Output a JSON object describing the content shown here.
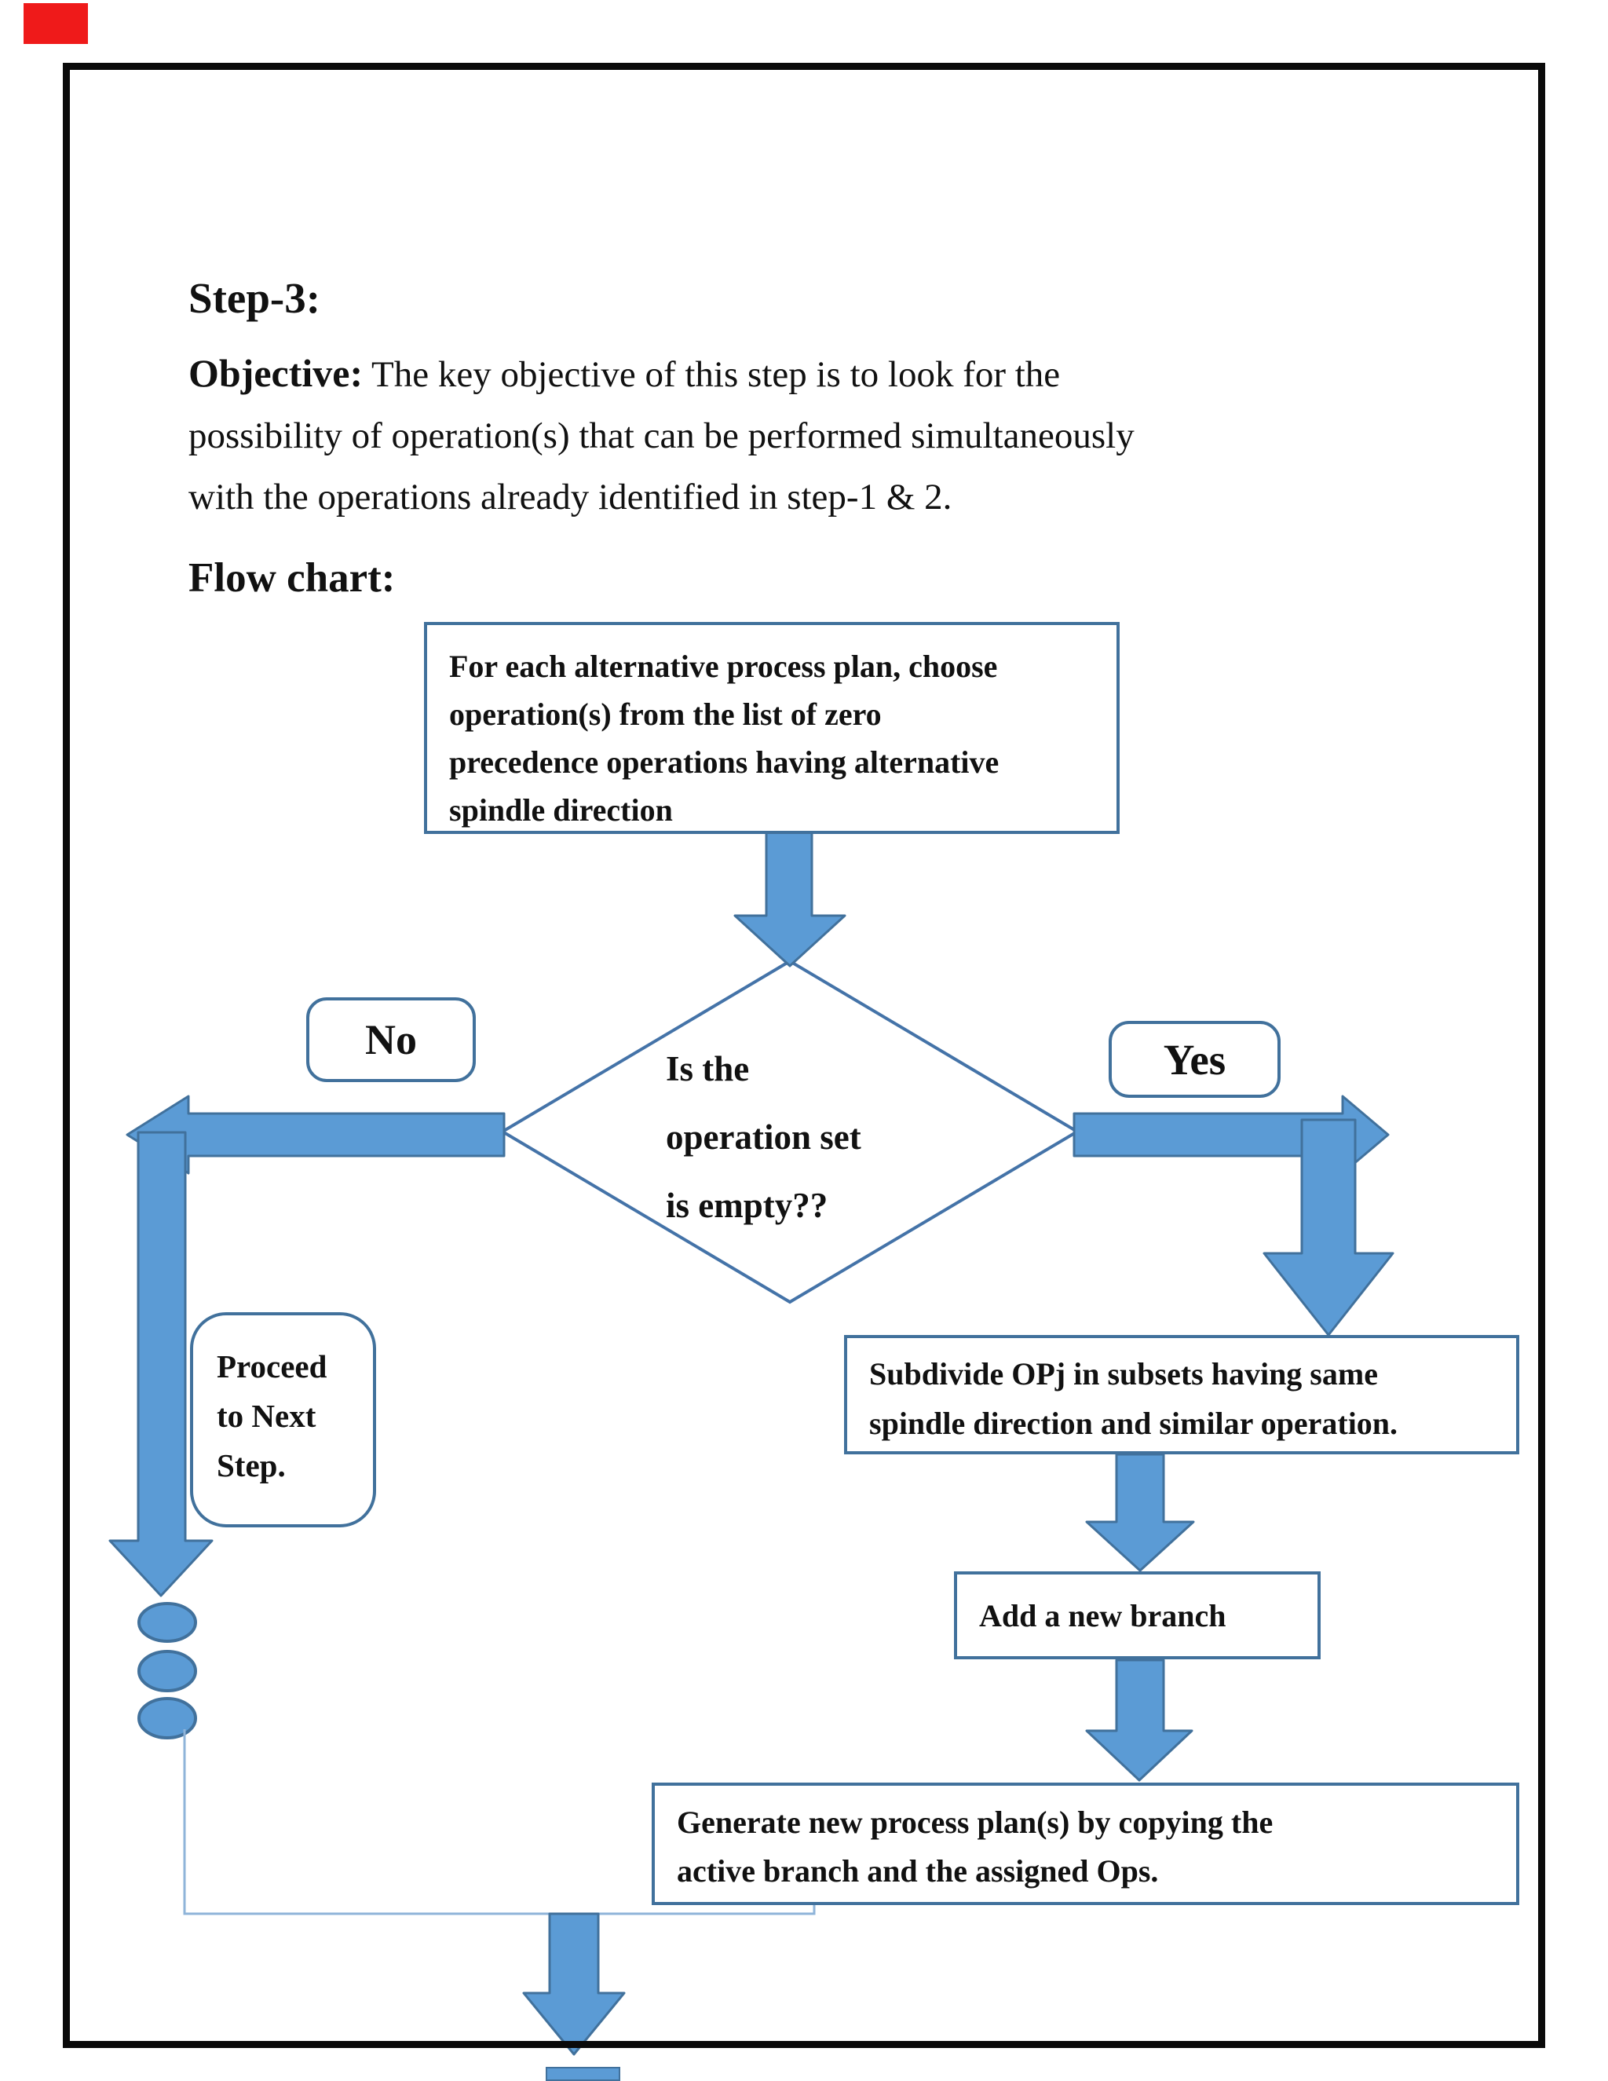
{
  "page": {
    "title": "Step-3:",
    "objective": {
      "label": "Objective:",
      "line1_rest": " The key objective of this step is to look for the",
      "line2": "possibility of operation(s) that can be performed simultaneously",
      "line3": "with the operations already identified in step-1 & 2."
    },
    "flow_chart_heading": "Flow chart:"
  },
  "flowchart": {
    "start_box": "For each alternative process plan, choose\noperation(s) from the list of zero\nprecedence operations having alternative\nspindle direction",
    "decision_diamond": "Is the\noperation set\nis empty??",
    "no_label": "No",
    "yes_label": "Yes",
    "proceed_box": "Proceed\nto Next\nStep.",
    "subdivide_box": "Subdivide OPj in subsets having same\nspindle direction and similar operation.",
    "add_branch_box": "Add a new branch",
    "generate_box": "Generate new process plan(s) by copying the\nactive branch and the assigned Ops.",
    "colors": {
      "arrow_fill": "#5b9bd5",
      "arrow_outline": "#41719c",
      "shape_border": "#41719c",
      "diamond_stroke": "#4473a8",
      "connector_line": "#8fb4d9",
      "page_border": "#000000",
      "corner_marker": "#ef1a1a"
    }
  }
}
